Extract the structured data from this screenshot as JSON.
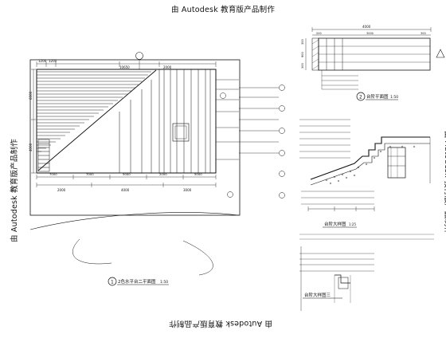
{
  "watermark": {
    "text": "由 Autodesk 教育版产品制作"
  },
  "drawing_1": {
    "number": "1",
    "title": "2色水平台二平面图",
    "scale": "1:50",
    "dims_top_left": [
      "1200",
      "1200"
    ],
    "dims_top_right": [
      "10650",
      "2000"
    ],
    "dims_bottom": [
      "7000",
      "7000",
      "5000",
      "2000",
      "5000"
    ],
    "dims_total": [
      "2000",
      "4000",
      "3000"
    ],
    "dims_left": [
      "6000",
      "4000"
    ]
  },
  "drawing_2": {
    "number": "2",
    "title": "台阶平面图",
    "scale": "1:50",
    "dims_top_total": "4000",
    "dims_top": [
      "200",
      "3000",
      "300"
    ],
    "dims_side": [
      "300",
      "900",
      "300"
    ]
  },
  "section": {
    "title": "台阶大样图",
    "scale": "1:25"
  },
  "detail_3": {
    "title": "台阶大样图三"
  }
}
